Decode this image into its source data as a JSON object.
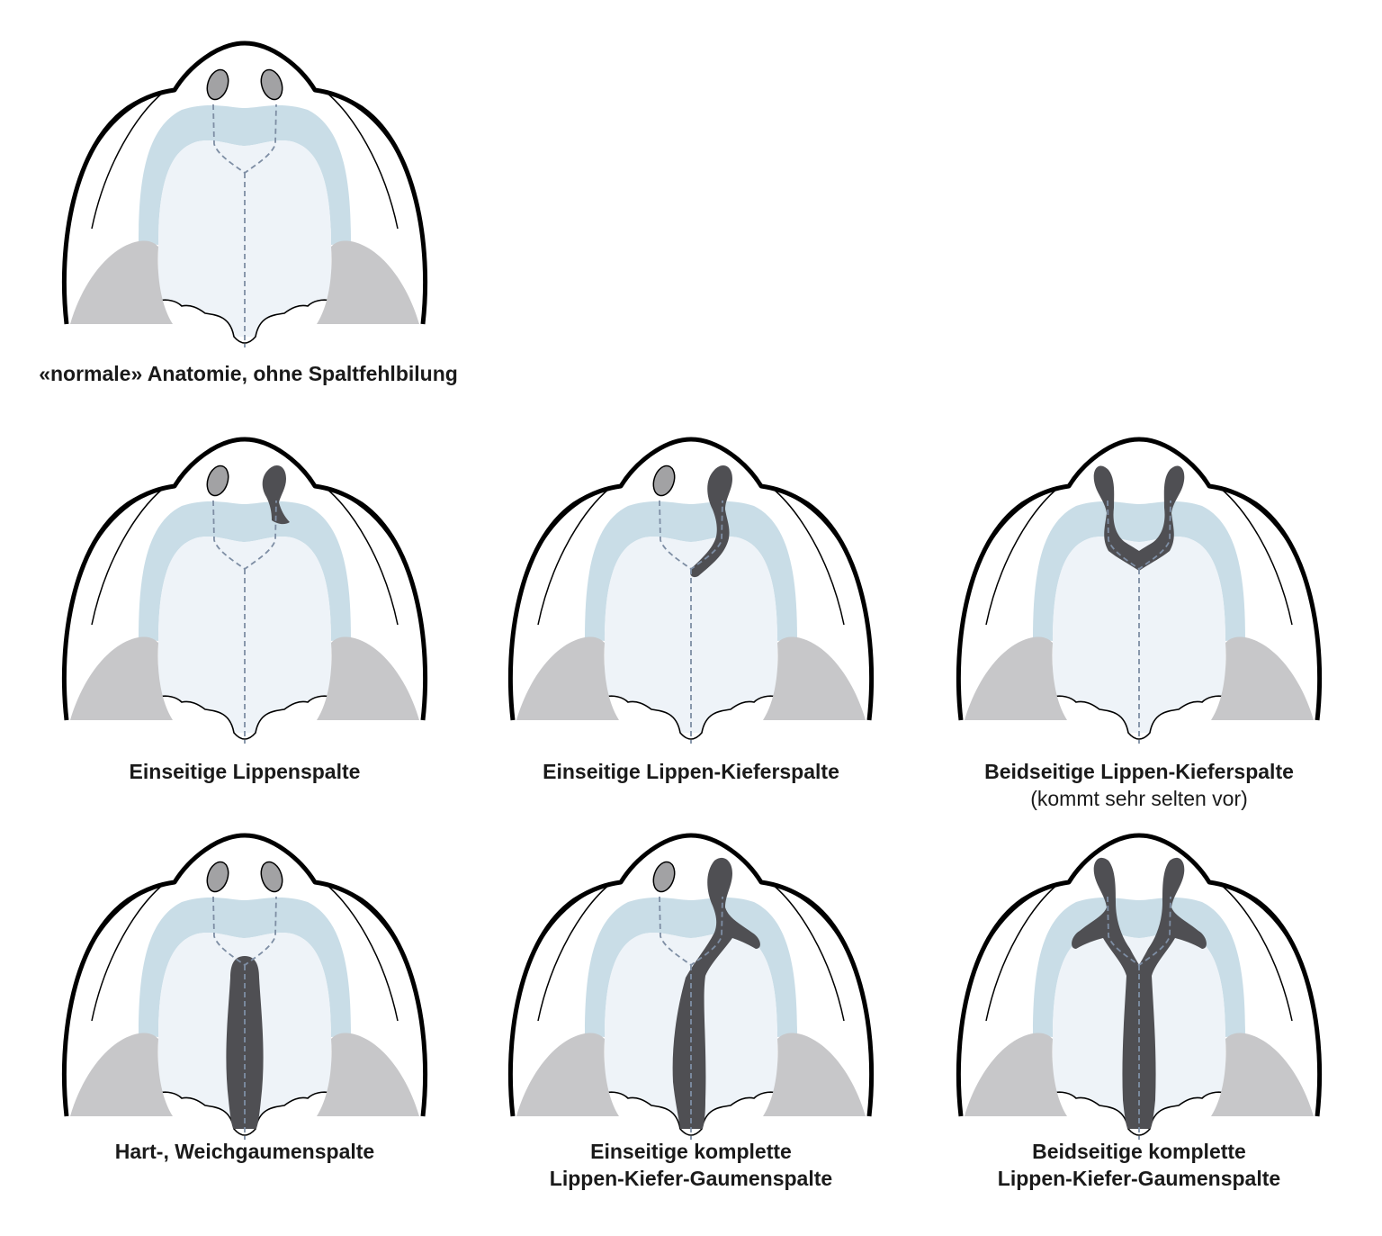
{
  "colors": {
    "outline": "#000000",
    "gum": "#c9dde7",
    "palate": "#eef3f8",
    "cheek": "#c7c7c9",
    "nostril": "#a2a2a4",
    "cleft": "#4f4f53",
    "suture": "#7e8ea4"
  },
  "panels": [
    {
      "id": "normal",
      "cleft": "none",
      "label_l1": "«normale» Anatomie, ohne Spaltfehlbilung",
      "label_l2": "",
      "label_sub": ""
    },
    {
      "id": "unilateral-lip",
      "cleft": "uni-lip",
      "label_l1": "Einseitige Lippenspalte",
      "label_l2": "",
      "label_sub": ""
    },
    {
      "id": "unilateral-lip-jaw",
      "cleft": "uni-lip-jaw",
      "label_l1": "Einseitige Lippen-Kieferspalte",
      "label_l2": "",
      "label_sub": ""
    },
    {
      "id": "bilateral-lip-jaw",
      "cleft": "bi-lip-jaw",
      "label_l1": "Beidseitige Lippen-Kieferspalte",
      "label_l2": "",
      "label_sub": "(kommt sehr selten vor)"
    },
    {
      "id": "hard-soft-palate",
      "cleft": "palate",
      "label_l1": "Hart-, Weichgaumenspalte",
      "label_l2": "",
      "label_sub": ""
    },
    {
      "id": "unilateral-complete",
      "cleft": "uni-complete",
      "label_l1": "Einseitige komplette",
      "label_l2": "Lippen-Kiefer-Gaumenspalte",
      "label_sub": ""
    },
    {
      "id": "bilateral-complete",
      "cleft": "bi-complete",
      "label_l1": "Beidseitige komplette",
      "label_l2": "Lippen-Kiefer-Gaumenspalte",
      "label_sub": ""
    }
  ]
}
